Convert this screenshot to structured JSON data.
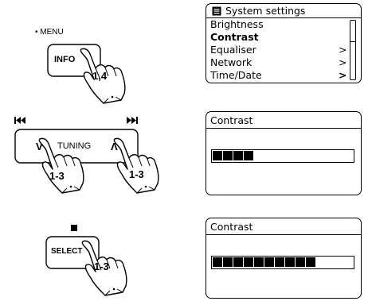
{
  "step1": {
    "menu_label": "• MENU",
    "button_label": "INFO",
    "tap_label": "1,4",
    "display": {
      "title": "System settings",
      "items": [
        {
          "label": "Brightness",
          "arrow": ""
        },
        {
          "label": "Contrast",
          "arrow": ""
        },
        {
          "label": "Equaliser",
          "arrow": ">"
        },
        {
          "label": "Network",
          "arrow": ">"
        },
        {
          "label": "Time/Date",
          "arrow": ">"
        }
      ],
      "selected_index": 1
    }
  },
  "step2": {
    "prev_icon_label": "⏮",
    "next_icon_label": "⏭",
    "down_label": "V",
    "tuning_label": "TUNING",
    "up_label": "Λ",
    "tap_left": "1-3",
    "tap_right": "1-3",
    "display": {
      "title": "Contrast",
      "segments_filled": 4
    }
  },
  "step3": {
    "button_label": "SELECT",
    "tap_label": "1-3",
    "display": {
      "title": "Contrast",
      "segments_filled": 10
    }
  }
}
